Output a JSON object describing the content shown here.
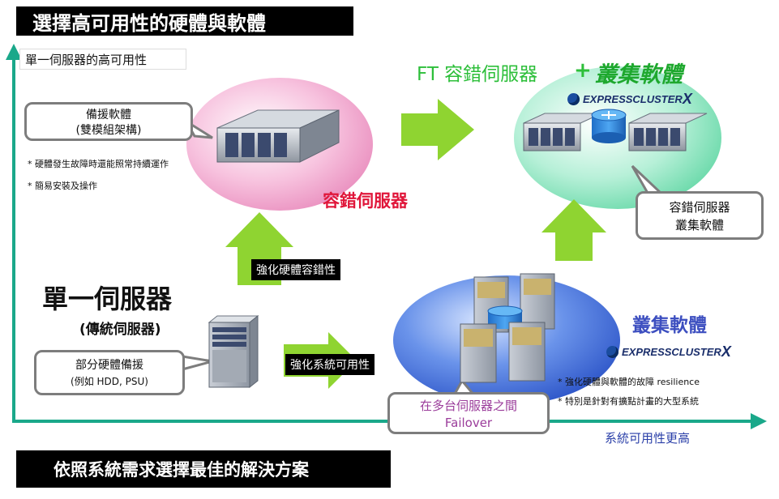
{
  "title": "選擇高可用性的硬體與軟體",
  "footer": "依照系統需求選擇最佳的解決方案",
  "y_axis_label": "單一伺服器的高可用性",
  "x_axis_label": "系統可用性更高",
  "ft_server": {
    "label": "容錯伺服器",
    "callout_line1": "備援軟體",
    "callout_line2": "(雙模組架構)",
    "bullets": [
      "* 硬體發生故障時還能照常持續運作",
      "* 簡易安裝及操作"
    ]
  },
  "single_server": {
    "title": "單一伺服器",
    "subtitle": "(傳統伺服器)",
    "callout_line1": "部分硬體備援",
    "callout_line2": "(例如 HDD, PSU)"
  },
  "cluster": {
    "title": "叢集軟體",
    "bullets": [
      "* 強化硬體與軟體的故障 resilience",
      "* 特別是針對有擴點計畫的大型系統"
    ],
    "callout_line1": "在多台伺服器之間",
    "callout_line2": "Failover"
  },
  "combo": {
    "title_part1": "FT 容錯伺服器",
    "plus": "+",
    "title_part2": "叢集軟體",
    "callout_line1": "容錯伺服器",
    "callout_line2": "叢集軟體"
  },
  "logo_text": "EXPRESSCLUSTER",
  "logo_x": "X",
  "arrow_labels": {
    "harden_hw": "強化硬體容錯性",
    "harden_avail": "強化系統可用性"
  },
  "colors": {
    "axis": "#1aa88a",
    "arrow": "#8fd431",
    "pink": "#f3a6cf",
    "mint": "#8ee8c2",
    "blue": "#3f6fd8",
    "red_label": "#e0163a",
    "green_title": "#2dbf3a",
    "purple": "#9b3d9b",
    "cluster_title": "#3d4fc0"
  }
}
